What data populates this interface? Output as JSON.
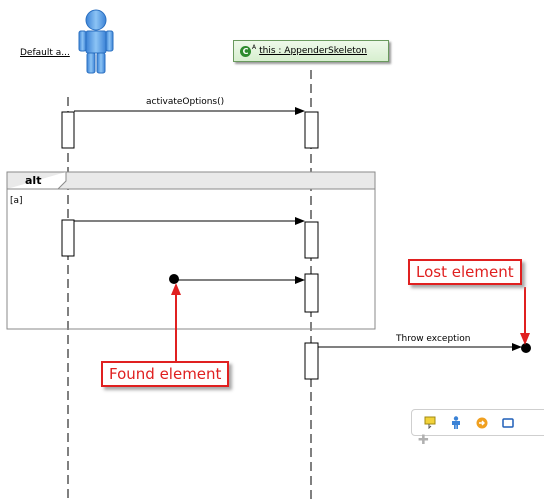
{
  "actor": {
    "label": "Default a..."
  },
  "lifeline": {
    "stereotype": "A",
    "class_label": "this : AppenderSkeleton"
  },
  "messages": {
    "m1": "activateOptions()",
    "m4": "Throw exception"
  },
  "fragment": {
    "operator": "alt",
    "guard": "[a]"
  },
  "callouts": {
    "lost": "Lost element",
    "found": "Found element"
  },
  "palette": {
    "icons": [
      "note-icon",
      "actor-icon",
      "arrow-circle-icon",
      "rectangle-icon"
    ]
  },
  "colors": {
    "callout": "#e02020",
    "class_fill": "#e4f5df",
    "actor": "#5aa0e6"
  }
}
